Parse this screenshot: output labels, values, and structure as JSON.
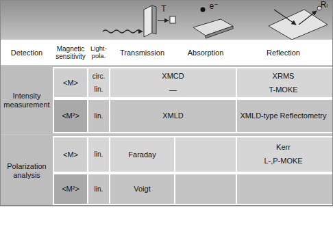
{
  "diagram": {
    "labels": [
      "T",
      "e⁻",
      "Rₗ",
      "Detection",
      "Magnetic sensitivity",
      "Light-pola.",
      "Transmission",
      "Absorption",
      "Reflection",
      "Intensity measurement",
      "<M>",
      "circ.",
      "lin.",
      "XMCD",
      "—",
      "XRMS",
      "T-MOKE",
      "<M²>",
      "lin.",
      "XMLD",
      "XMLD-type Reflectometry",
      "Polarization analysis",
      "<M>",
      "lin.",
      "Faraday",
      "Kerr",
      "L-,P-MOKE",
      "<M²>",
      "lin.",
      "Voigt"
    ]
  }
}
